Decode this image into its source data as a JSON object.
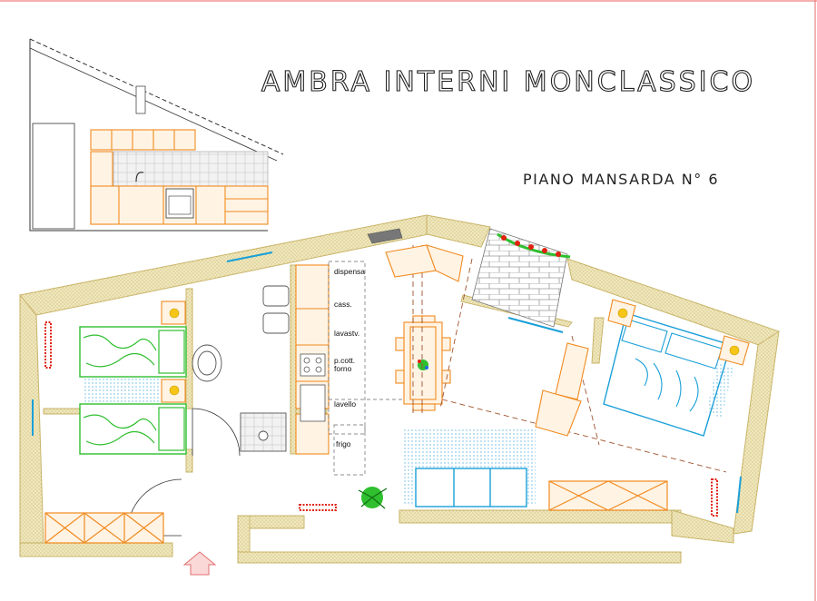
{
  "title": "AMBRA INTERNI MONCLASSICO",
  "subtitle": "PIANO MANSARDA N° 6",
  "kitchen_labels": {
    "dispensa": "dispensa",
    "cass": "cass.",
    "lavastv": "lavastv.",
    "pcott1": "p.cott.",
    "pcott2": "forno",
    "lavello": "lavello",
    "frigo": "frigo"
  },
  "colors": {
    "wall_fill": "#eee6b8",
    "wall_stroke": "#c9b56a",
    "furniture_orange": "#f08a1e",
    "bed_green": "#2fbf2f",
    "bed_blue": "#1a9fd8",
    "tile_gray": "#9a9a9a",
    "radiator_red": "#e02010",
    "entrance_arrow": "#f3a3a3",
    "border_red": "#f08080"
  },
  "icons": {
    "entrance": "entrance-arrow-icon",
    "plant": "plant-icon",
    "flowers": "flower-box-icon"
  }
}
